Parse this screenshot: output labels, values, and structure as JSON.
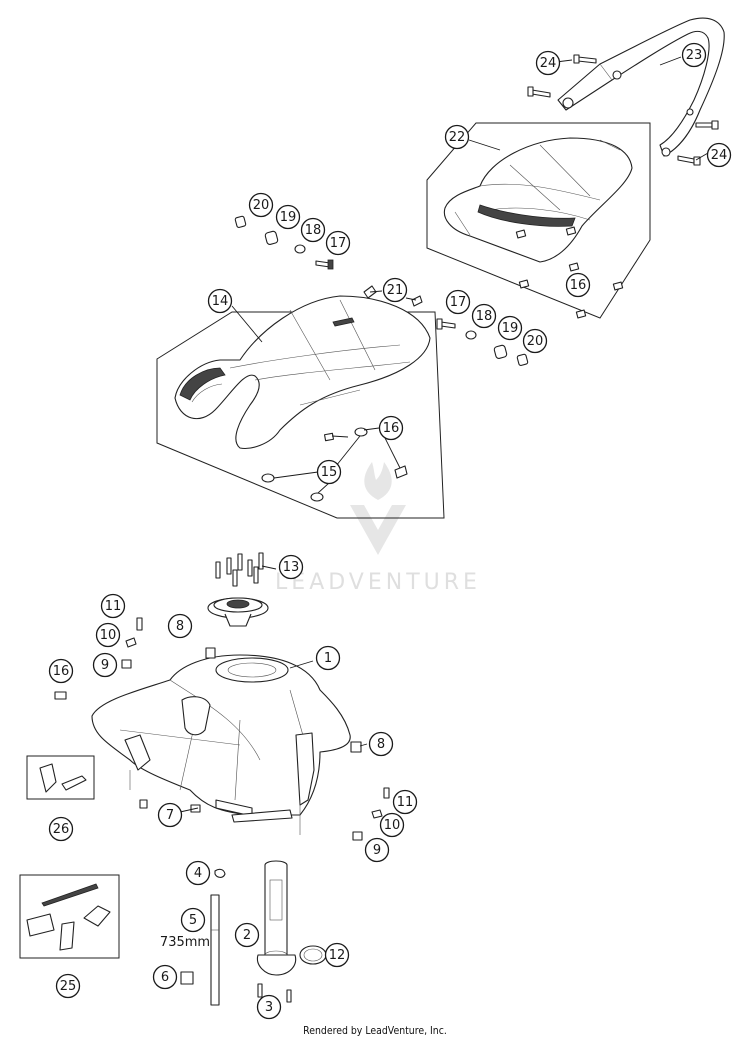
{
  "footer": "Rendered by LeadVenture, Inc.",
  "watermark": "LEADVENTURE",
  "measurement": "735mm",
  "callouts": [
    {
      "id": "c24a",
      "label": "24"
    },
    {
      "id": "c23",
      "label": "23"
    },
    {
      "id": "c22",
      "label": "22"
    },
    {
      "id": "c24b",
      "label": "24"
    },
    {
      "id": "c20a",
      "label": "20"
    },
    {
      "id": "c19a",
      "label": "19"
    },
    {
      "id": "c18a",
      "label": "18"
    },
    {
      "id": "c17a",
      "label": "17"
    },
    {
      "id": "c16a",
      "label": "16"
    },
    {
      "id": "c14",
      "label": "14"
    },
    {
      "id": "c21",
      "label": "21"
    },
    {
      "id": "c17b",
      "label": "17"
    },
    {
      "id": "c18b",
      "label": "18"
    },
    {
      "id": "c19b",
      "label": "19"
    },
    {
      "id": "c20b",
      "label": "20"
    },
    {
      "id": "c16b",
      "label": "16"
    },
    {
      "id": "c15",
      "label": "15"
    },
    {
      "id": "c13",
      "label": "13"
    },
    {
      "id": "c11a",
      "label": "11"
    },
    {
      "id": "c8a",
      "label": "8"
    },
    {
      "id": "c10a",
      "label": "10"
    },
    {
      "id": "c1",
      "label": "1"
    },
    {
      "id": "c9a",
      "label": "9"
    },
    {
      "id": "c16c",
      "label": "16"
    },
    {
      "id": "c8b",
      "label": "8"
    },
    {
      "id": "c26",
      "label": "26"
    },
    {
      "id": "c7",
      "label": "7"
    },
    {
      "id": "c11b",
      "label": "11"
    },
    {
      "id": "c10b",
      "label": "10"
    },
    {
      "id": "c9b",
      "label": "9"
    },
    {
      "id": "c4",
      "label": "4"
    },
    {
      "id": "c5",
      "label": "5"
    },
    {
      "id": "c2",
      "label": "2"
    },
    {
      "id": "c12",
      "label": "12"
    },
    {
      "id": "c6",
      "label": "6"
    },
    {
      "id": "c3",
      "label": "3"
    },
    {
      "id": "c25",
      "label": "25"
    }
  ]
}
